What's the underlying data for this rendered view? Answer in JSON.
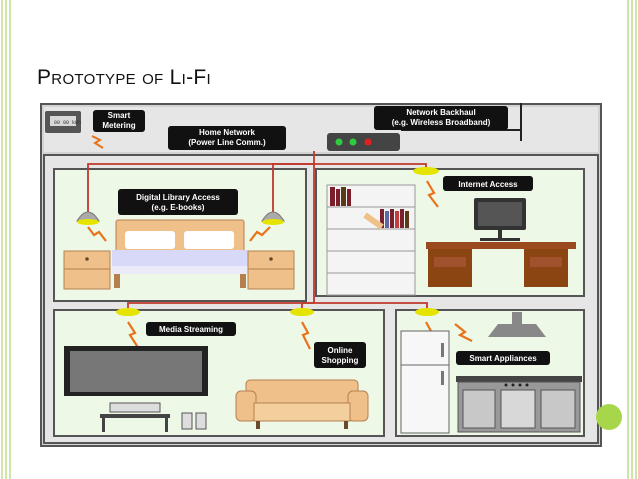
{
  "slide_title": "Prototype of Li-Fi",
  "labels": {
    "smart_metering_1": "Smart",
    "smart_metering_2": "Metering",
    "home_network_1": "Home Network",
    "home_network_2": "(Power Line Comm.)",
    "backhaul_1": "Network Backhaul",
    "backhaul_2": "(e.g. Wireless Broadband)",
    "digital_library_1": "Digital Library Access",
    "digital_library_2": "(e.g. E-books)",
    "internet_access": "Internet Access",
    "media_streaming": "Media Streaming",
    "online_shopping_1": "Online",
    "online_shopping_2": "Shopping",
    "smart_appliances": "Smart Appliances"
  },
  "colors": {
    "accent_green": "#a8d64a",
    "room_fill": "#eef8e6",
    "wire_red": "#c0392b",
    "bolt_orange": "#e8731a",
    "light_yellow": "#e4e400"
  }
}
